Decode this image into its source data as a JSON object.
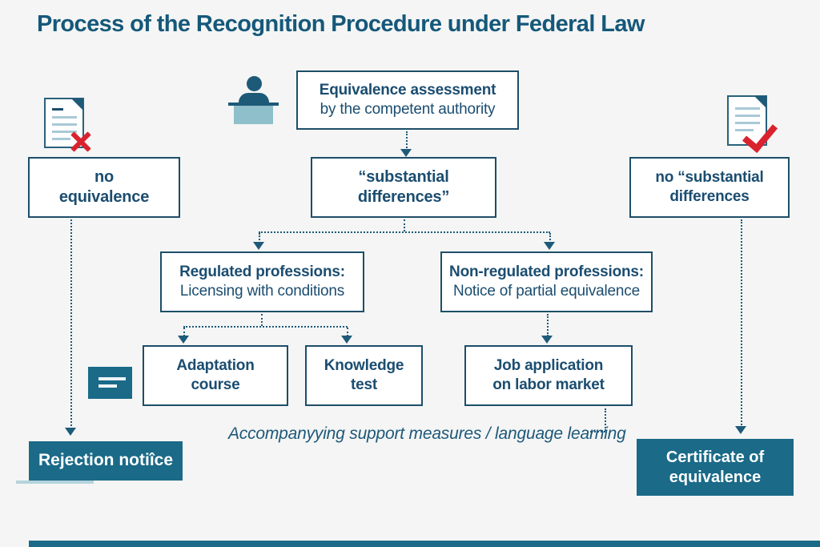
{
  "title": "Process of the Recognition Procedure under Federal Law",
  "colors": {
    "background": "#f4f5f4",
    "accent_dark_teal": "#15587a",
    "box_border": "#1d4e68",
    "box_text": "#1b4d70",
    "teal_fill": "#1a6a88",
    "desk_light_teal": "#8fbfca",
    "doc_line_blue": "#a9c9d6",
    "red": "#d8232f"
  },
  "icons": {
    "person_desk": "person-at-desk-icon",
    "doc_rejected": "document-x-icon",
    "doc_approved": "document-check-icon",
    "equals_card": "notes-card-icon"
  },
  "boxes": {
    "assessment": {
      "line1": "Equivalence assessment",
      "line2": "by the competent authority"
    },
    "no_equivalence": {
      "line1": "no",
      "line2": "equivalence"
    },
    "substantial_differences": {
      "line1": "“substantial",
      "line2": "differences”"
    },
    "no_substantial_differences": {
      "line1": "no “substantial",
      "line2": "differences"
    },
    "regulated": {
      "line1": "Regulated professions:",
      "line2": "Licensing with conditions"
    },
    "non_regulated": {
      "line1": "Non-regulated professions:",
      "line2": "Notice of partial equivalence"
    },
    "adaptation_course": {
      "line1": "Adaptation",
      "line2": "course"
    },
    "knowledge_test": {
      "line1": "Knowledge",
      "line2": "test"
    },
    "job_application": {
      "line1": "Job application",
      "line2": "on labor market"
    },
    "rejection_notice": {
      "label": "Rejection notiîce"
    },
    "certificate": {
      "line1": "Certificate of",
      "line2": "equivalence"
    }
  },
  "note": "Accompanyying support measures / language learning"
}
